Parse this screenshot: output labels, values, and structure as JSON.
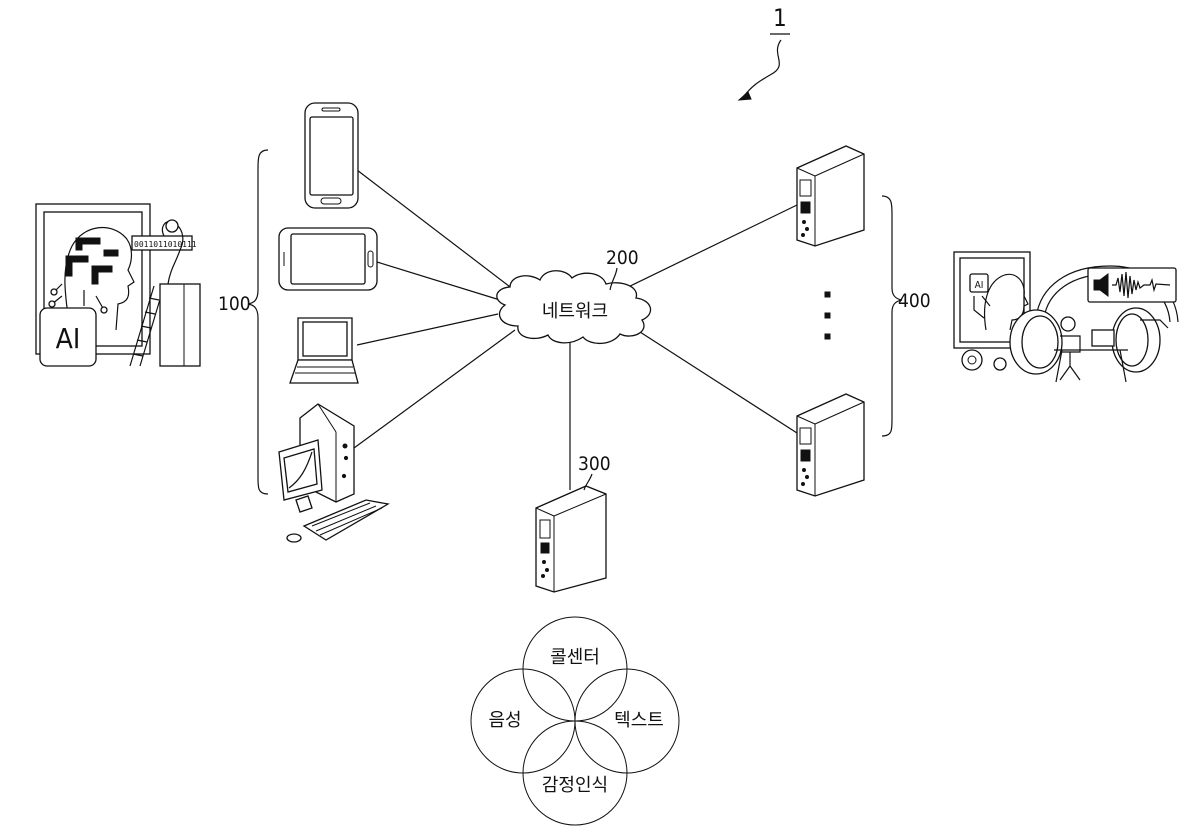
{
  "figure": {
    "reference_numeral": "1",
    "user_terminals_numeral": "100",
    "network_numeral": "200",
    "network_label": "네트워크",
    "server_numeral": "300",
    "service_providers_numeral": "400",
    "ai_badge": "AI",
    "binary_string": "0011011010111",
    "ai_small_badge": "AI",
    "ellipsis": "⋮"
  },
  "venn": {
    "top": "콜센터",
    "left": "음성",
    "right": "텍스트",
    "bottom": "감정인식"
  }
}
